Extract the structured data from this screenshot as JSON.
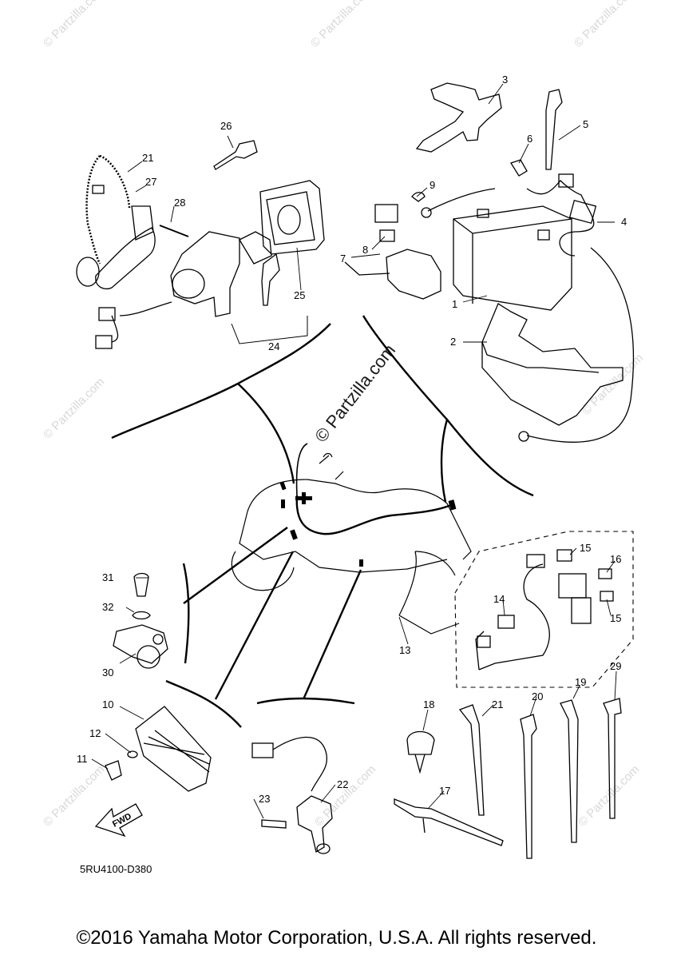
{
  "callouts": {
    "c1": "1",
    "c2": "2",
    "c3": "3",
    "c4": "4",
    "c5": "5",
    "c6": "6",
    "c7": "7",
    "c8": "8",
    "c9": "9",
    "c10": "10",
    "c11": "11",
    "c12": "12",
    "c13": "13",
    "c14": "14",
    "c15a": "15",
    "c15b": "15",
    "c16": "16",
    "c17": "17",
    "c18": "18",
    "c19": "19",
    "c20": "20",
    "c21a": "21",
    "c21b": "21",
    "c22": "22",
    "c23": "23",
    "c24": "24",
    "c25": "25",
    "c26": "26",
    "c27": "27",
    "c28": "28",
    "c29": "29",
    "c30": "30",
    "c31": "31",
    "c32": "32"
  },
  "watermarks": {
    "center": "© Partzilla.com",
    "small": "© Partzilla.com"
  },
  "diagram_code": "5RU4100-D380",
  "fwd_label": "FWD",
  "copyright": "©2016 Yamaha Motor Corporation, U.S.A. All rights reserved."
}
